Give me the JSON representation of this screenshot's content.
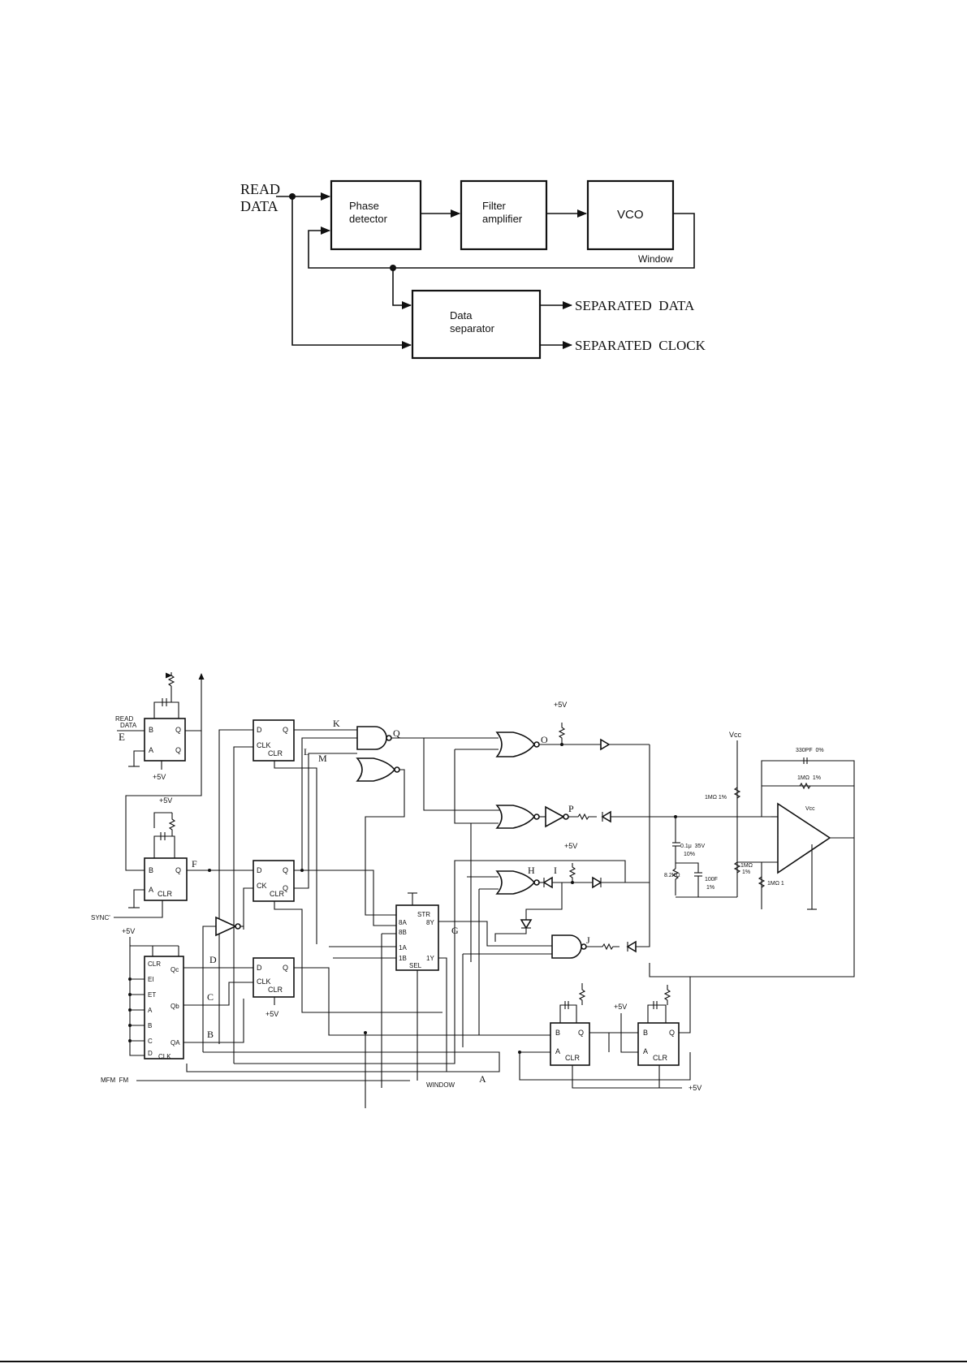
{
  "block_diagram": {
    "input_line1": "READ",
    "input_line2": "DATA",
    "phase_line1": "Phase",
    "phase_line2": "detector",
    "filter_line1": "Filter",
    "filter_line2": "amplifier",
    "vco": "VCO",
    "window": "Window",
    "sep_line1": "Data",
    "sep_line2": "separator",
    "out_data": "SEPARATED  DATA",
    "out_clock": "SEPARATED  CLOCK"
  },
  "schematic": {
    "read_label": "READ",
    "data_label": "DATA",
    "e_label": "E",
    "plus5v": "+5V",
    "sync_label": "SYNC'",
    "mfm_label": "MFM  FM",
    "window_label": "WINDOW",
    "vcc": "Vcc",
    "pin_b": "B",
    "pin_a": "A",
    "pin_q": "Q",
    "pin_d": "D",
    "pin_clk": "CLK",
    "pin_clr": "CLR",
    "pin_ck": "CK",
    "counter_pins": [
      "CLR",
      "EI",
      "ET",
      "A",
      "B",
      "C",
      "D",
      "CLK"
    ],
    "counter_outputs": [
      "Qc",
      "Qb",
      "QA"
    ],
    "mux_pins": [
      "STR",
      "8A",
      "8B",
      "1A",
      "1B",
      "SEL",
      "8Y",
      "1Y"
    ],
    "nodes": [
      "K",
      "L",
      "M",
      "Q",
      "O",
      "P",
      "H",
      "I",
      "G",
      "J",
      "F",
      "D",
      "C",
      "B",
      "A"
    ],
    "r_1m": "1MΩ 1%",
    "r_82k": "8.2KΩ",
    "c_01": "0.1μ  35V",
    "c_10": "10%",
    "c_100": "100F",
    "c_1": "1%",
    "r_1m_b": "1MΩ",
    "r_1m_c": "1%",
    "r_1m_d": "1MΩ 1",
    "c_330": "330PF  0%",
    "r_fb": "1MΩ  1%"
  }
}
